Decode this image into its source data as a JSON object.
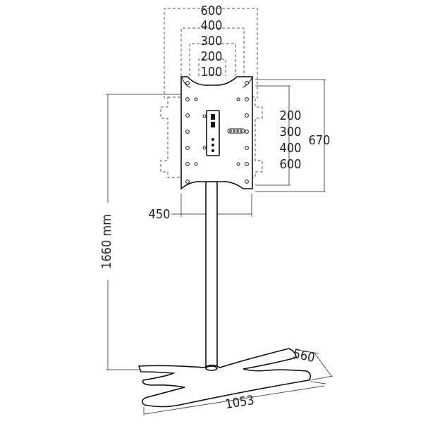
{
  "diagram": {
    "vesa_widths": [
      "600",
      "400",
      "300",
      "200",
      "100"
    ],
    "vesa_heights": [
      "200",
      "300",
      "400",
      "600"
    ],
    "plate_height_label": "670",
    "plate_width_label": "450",
    "total_height_label": "1660 mm",
    "base_depth_label": "560",
    "base_width_label": "1053"
  }
}
